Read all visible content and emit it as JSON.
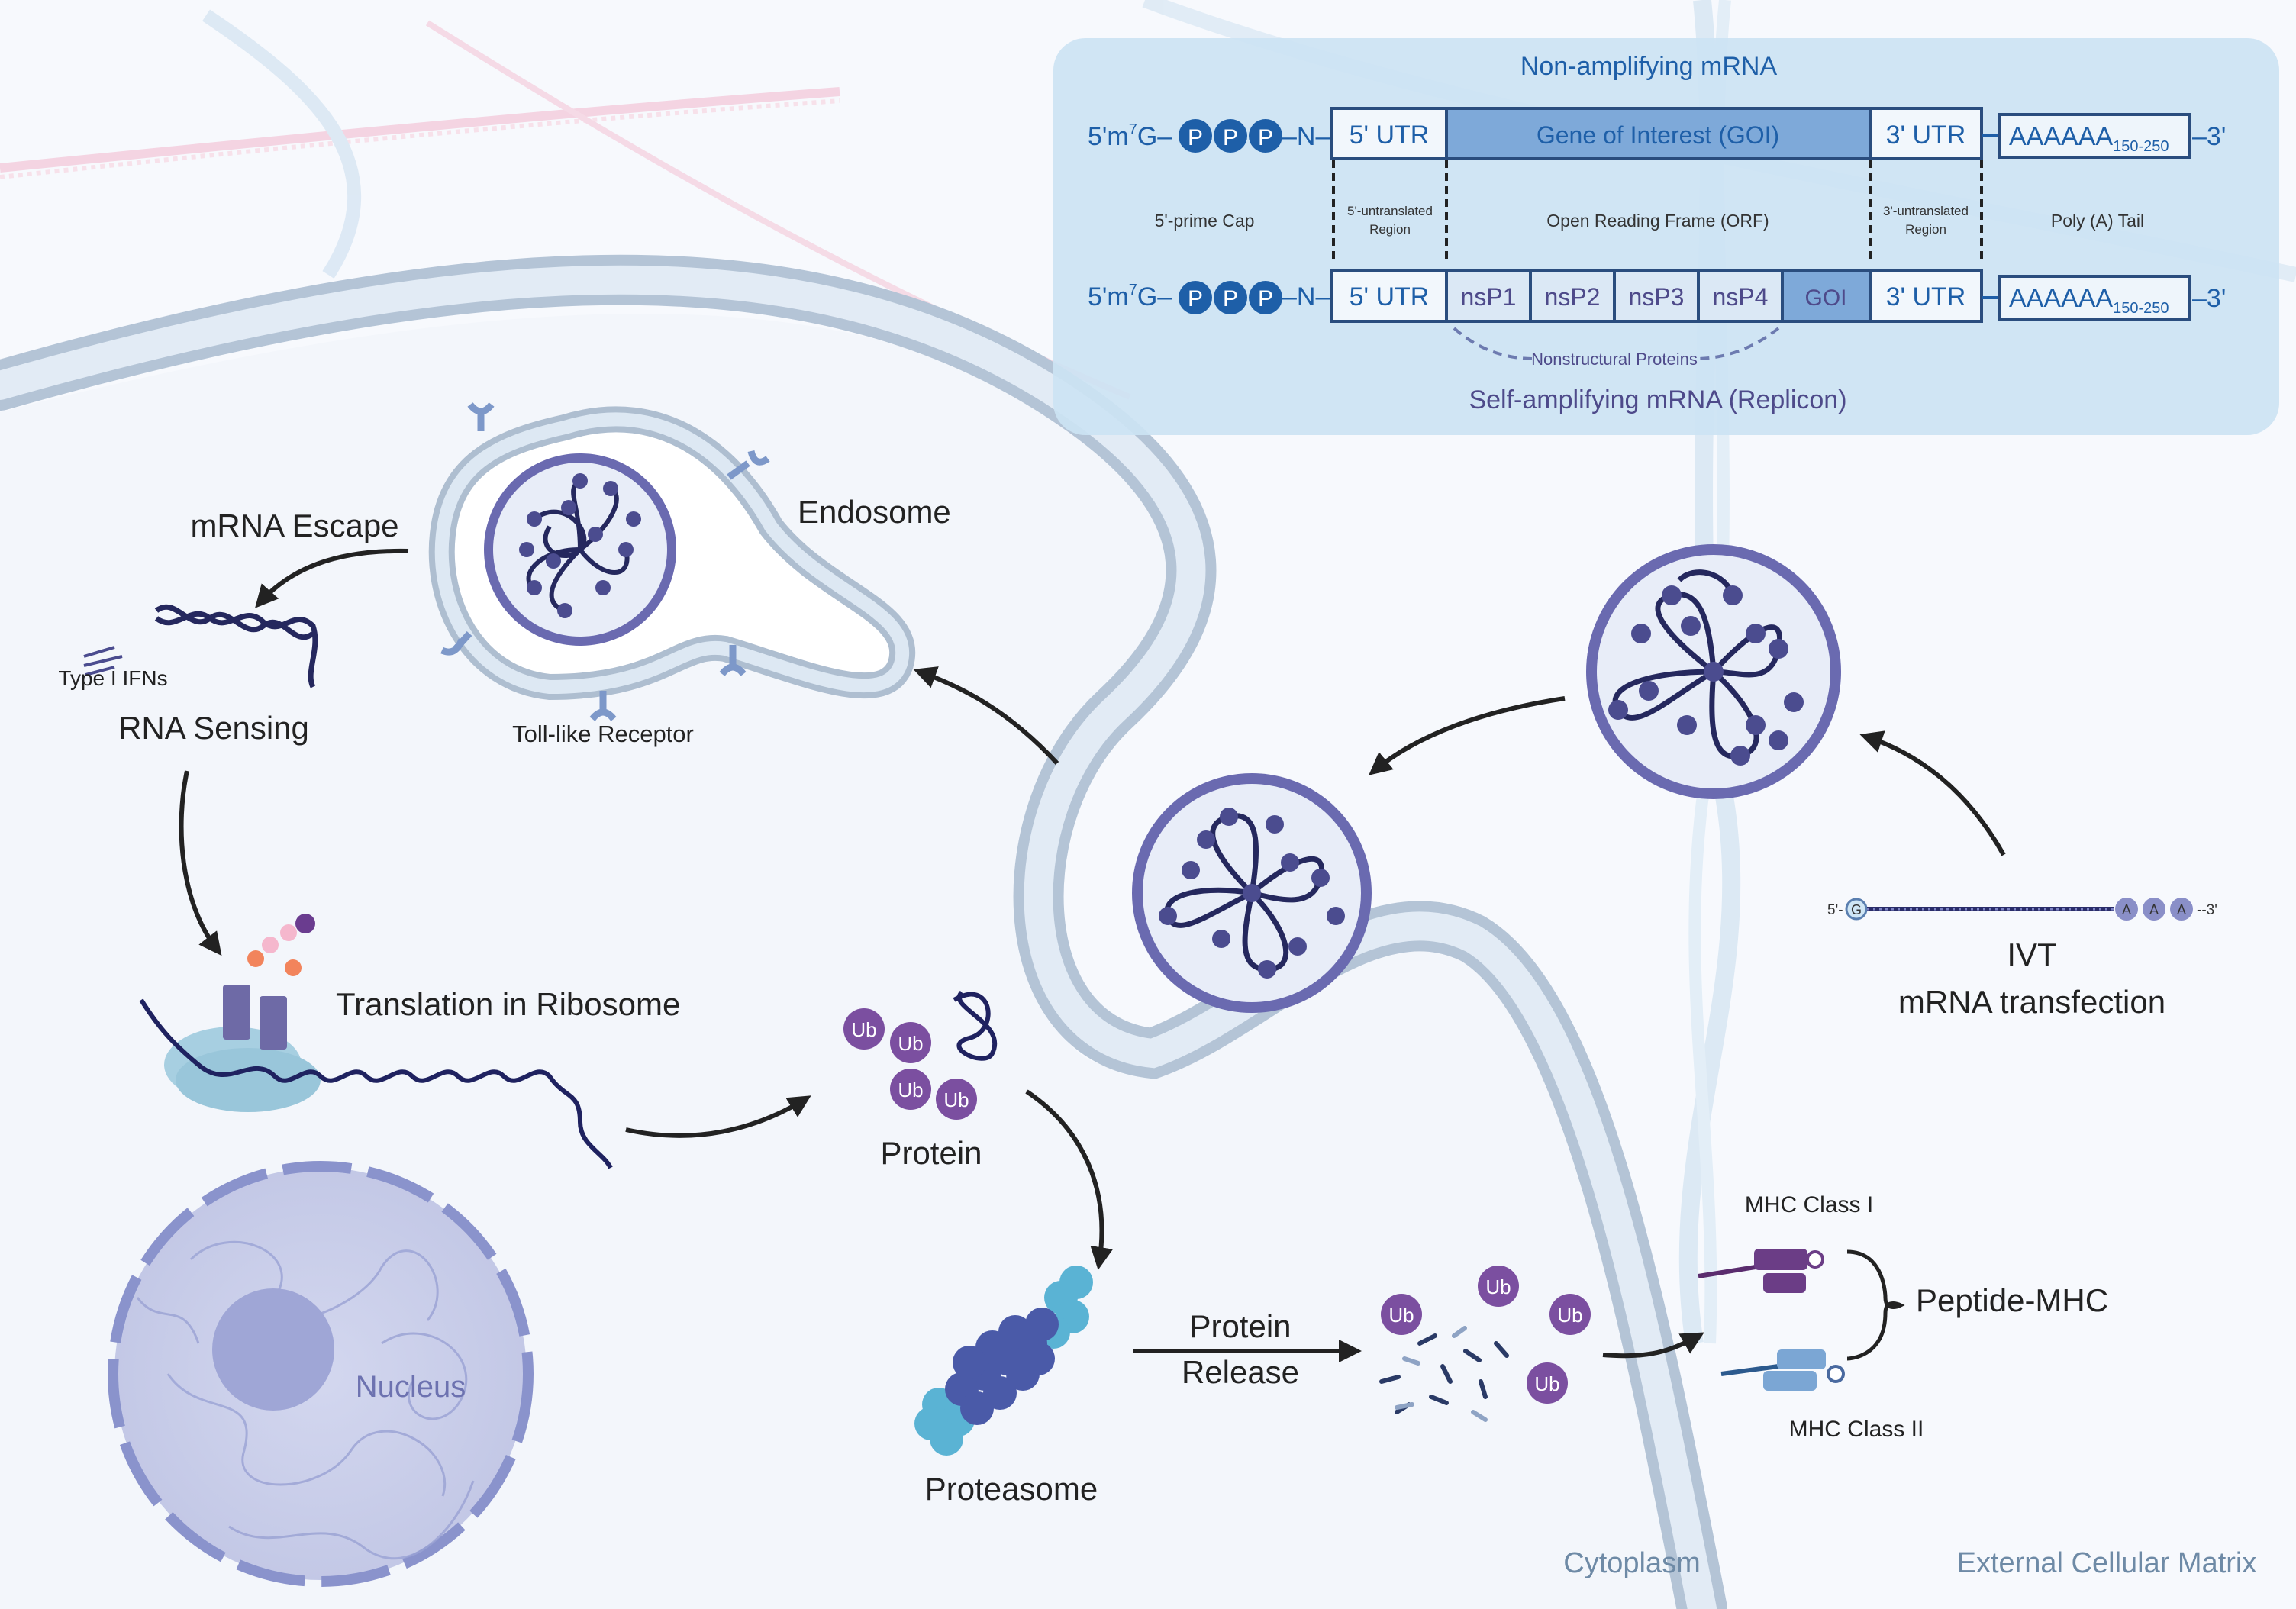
{
  "colors": {
    "cap_blue": "#1e5fa8",
    "construct_text": "#1e5fa8",
    "replicon_text": "#4e4a8a",
    "goi_fill": "#7ea9d9",
    "membrane": "#aebed0",
    "membrane_inner": "#dde8f3",
    "lnp_fill": "#6a6ab0",
    "lnp_stroke": "#4b4c8f",
    "ub_purple": "#7b4fa0",
    "proteasome_dark": "#4a5aa8",
    "proteasome_light": "#5ab3d4",
    "nucleus_fill": "#c8cce8",
    "nucleolus": "#9fa6d6",
    "arrow": "#222222"
  },
  "constructs": {
    "title_top": "Non-amplifying mRNA",
    "title_bottom": "Self-amplifying mRNA (Replicon)",
    "cap_prefix": "5'm",
    "cap_superscript": "7",
    "cap_suffix": "G–",
    "cap_p": "P",
    "cap_link": "–N–",
    "utr5": "5' UTR",
    "goi": "Gene of Interest (GOI)",
    "utr3": "3' UTR",
    "polya": "AAAAAA",
    "polya_sub": "150-250",
    "tail_end": "–3'",
    "nsp": [
      "nsP1",
      "nsP2",
      "nsP3",
      "nsP4"
    ],
    "goi_short": "GOI",
    "labels": {
      "cap": "5'-prime Cap",
      "utr5_line1": "5'-untranslated",
      "utr5_line2": "Region",
      "orf": "Open Reading Frame (ORF)",
      "utr3_line1": "3'-untranslated",
      "utr3_line2": "Region",
      "polya": "Poly (A) Tail"
    },
    "nonstructural": "Nonstructural Proteins"
  },
  "labels": {
    "endosome": "Endosome",
    "tlr": "Toll-like Receptor",
    "mrna_escape": "mRNA Escape",
    "type1_ifns": "Type I IFNs",
    "rna_sensing": "RNA Sensing",
    "translation": "Translation in Ribosome",
    "protein": "Protein",
    "nucleus": "Nucleus",
    "proteasome": "Proteasome",
    "protein_release_1": "Protein",
    "protein_release_2": "Release",
    "ub": "Ub",
    "mhc1": "MHC Class I",
    "mhc2": "MHC Class II",
    "peptide_mhc": "Peptide-MHC",
    "ivt_1": "IVT",
    "ivt_2": "mRNA transfection",
    "ivt_5": "5'-",
    "ivt_g": "G",
    "ivt_a": "A",
    "ivt_3": "--3'",
    "cytoplasm": "Cytoplasm",
    "ecm": "External Cellular Matrix"
  }
}
